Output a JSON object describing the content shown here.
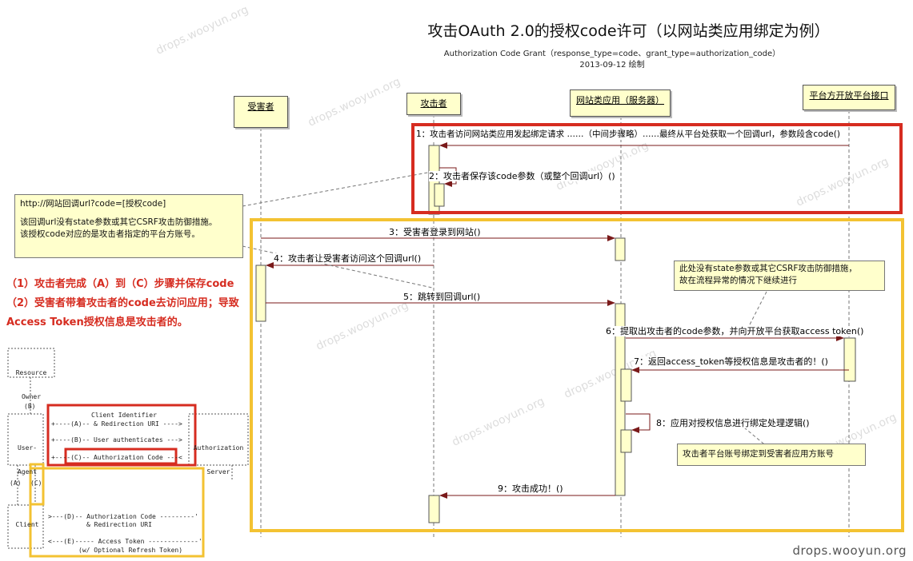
{
  "title": "攻击OAuth 2.0的授权code许可（以网站类应用绑定为例）",
  "subtitle_line1": "Authorization Code Grant（response_type=code、grant_type=authorization_code）",
  "subtitle_line2": "2013-09-12 绘制",
  "lifelines": {
    "victim": "受害者",
    "attacker": "攻击者",
    "website": "网站类应用（服务器）",
    "platform": "平台方开放平台接口"
  },
  "messages": {
    "m1": "1：攻击者访问网站类应用发起绑定请求 ……（中间步骤略）……最终从平台处获取一个回调url，参数段含code()",
    "m2": "2：攻击者保存该code参数（或整个回调url）()",
    "m3": "3：受害者登录到网站()",
    "m4": "4：攻击者让受害者访问这个回调url()",
    "m5": "5：跳转到回调url()",
    "m6": "6：提取出攻击者的code参数，并向开放平台获取access token()",
    "m7": "7：返回access_token等授权信息是攻击者的！()",
    "m8": "8：应用对授权信息进行绑定处理逻辑()",
    "m9": "9：攻击成功！()"
  },
  "notes": {
    "callback_line1": "http://网站回调url?code=[授权code]",
    "callback_line2": "该回调url没有state参数或其它CSRF攻击防御措施。",
    "callback_line3": "该授权code对应的是攻击者指定的平台方账号。",
    "state_line1": "此处没有state参数或其它CSRF攻击防御措施，",
    "state_line2": "故在流程异常的情况下继续进行",
    "bind": "攻击者平台账号绑定到受害者应用方账号"
  },
  "red_text": {
    "line1": "（1）攻击者完成（A）到（C）步骤并保存code",
    "line2": "（2）受害者带着攻击者的code去访问应用；导致",
    "line3": "Access Token授权信息是攻击者的。"
  },
  "rfc": {
    "resource_owner_1": "Resource",
    "resource_owner_2": "Owner",
    "b_label": "(B)",
    "user_agent_1": "User-",
    "user_agent_2": "Agent",
    "auth_server_1": "Authorization",
    "auth_server_2": "Server",
    "client": "Client",
    "a_flow_1": "Client Identifier",
    "a_flow_2": "+----(A)-- & Redirection URI ---->",
    "b_flow": "+----(B)-- User authenticates --->",
    "c_flow": "+----(C)-- Authorization Code ---<",
    "d_flow_1": ">---(D)-- Authorization Code ---------'",
    "d_flow_2": "& Redirection URI",
    "e_flow_1": "<---(E)----- Access Token -------------'",
    "e_flow_2": "(w/ Optional Refresh Token)",
    "a_side": "(A)",
    "c_side": "(C)"
  },
  "watermark": "drops.wooyun.org",
  "watermark_faint": "drops.wooyun.org"
}
